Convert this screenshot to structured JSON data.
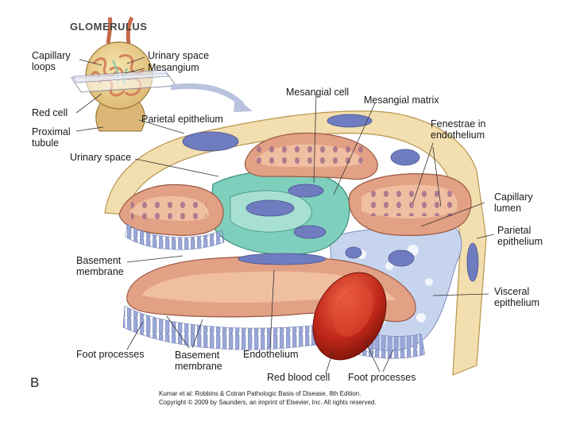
{
  "inset": {
    "title": "GLOMERULUS",
    "labels": {
      "capillary_loops_1": "Capillary",
      "capillary_loops_2": "loops",
      "urinary_space": "Urinary space",
      "mesangium": "Mesangium",
      "red_cell": "Red cell",
      "proximal_tubule_1": "Proximal",
      "proximal_tubule_2": "tubule"
    }
  },
  "main": {
    "labels": {
      "mesangial_cell": "Mesangial cell",
      "mesangial_matrix": "Mesangial matrix",
      "parietal_epithelium_top": "Parietal epithelium",
      "fenestrae_1": "Fenestrae in",
      "fenestrae_2": "endothelium",
      "urinary_space": "Urinary space",
      "capillary_lumen_1": "Capillary",
      "capillary_lumen_2": "lumen",
      "parietal_epithelium_right_1": "Parietal",
      "parietal_epithelium_right_2": "epithelium",
      "basement_membrane_left_1": "Basement",
      "basement_membrane_left_2": "membrane",
      "visceral_epithelium_1": "Visceral",
      "visceral_epithelium_2": "epithelium",
      "foot_processes_left": "Foot processes",
      "basement_membrane_bottom_1": "Basement",
      "basement_membrane_bottom_2": "membrane",
      "endothelium": "Endothelium",
      "red_blood_cell": "Red blood cell",
      "foot_processes_right": "Foot processes"
    },
    "panel_letter": "B"
  },
  "credit": {
    "line1": "Kumar et al: Robbins & Cotran Pathologic Basis of Disease, 8th Edition.",
    "line2": "Copyright © 2009 by Saunders, an imprint of Elsevier, Inc. All rights reserved."
  },
  "colors": {
    "capsule": "#f2deae",
    "capillary_wall": "#e2a085",
    "capillary_inner": "#f0bea0",
    "mesangium": "#7fcfbd",
    "nucleus": "#6f7cc0",
    "foot_process": "#9aa8d8",
    "visceral": "#c7d4ee",
    "rbc": "#c0281a"
  }
}
